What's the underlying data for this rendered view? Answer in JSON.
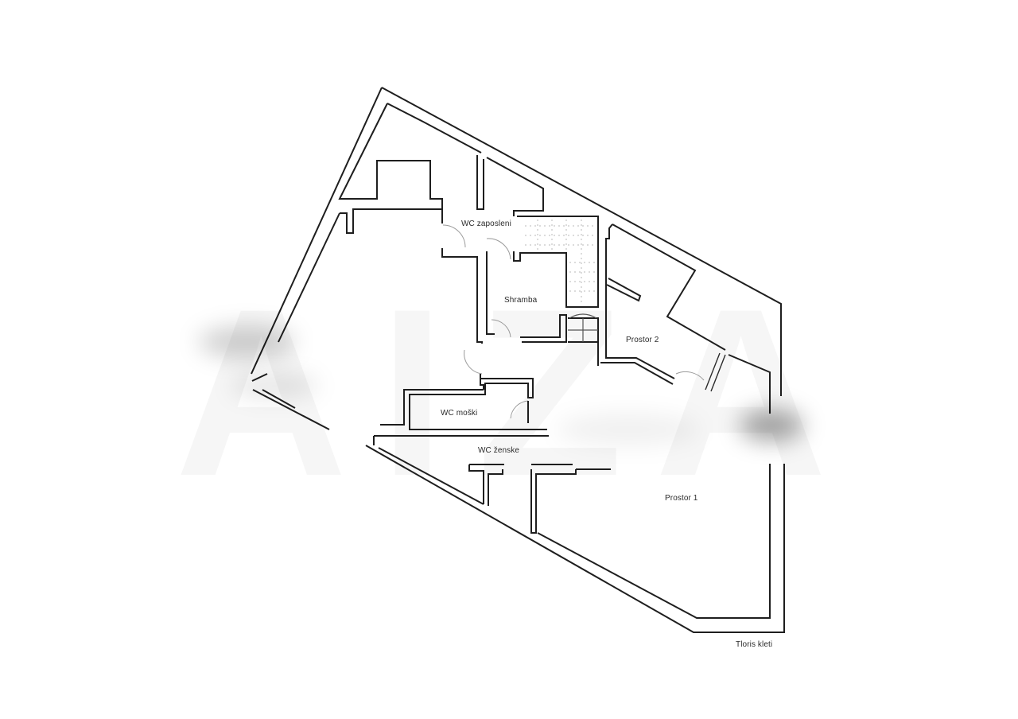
{
  "plan": {
    "title": "Tloris kleti",
    "colors": {
      "background": "#ffffff",
      "wall": "#1e1e1e",
      "label": "#2b2b2b",
      "stair": "#b9b9b9"
    },
    "rooms": [
      {
        "id": "wc-zaposleni",
        "label": "WC zaposleni"
      },
      {
        "id": "shramba",
        "label": "Shramba"
      },
      {
        "id": "prostor-2",
        "label": "Prostor 2"
      },
      {
        "id": "wc-moski",
        "label": "WC moški"
      },
      {
        "id": "wc-zenske",
        "label": "WC ženske"
      },
      {
        "id": "prostor-1",
        "label": "Prostor 1"
      }
    ],
    "watermark": "AIZA"
  }
}
